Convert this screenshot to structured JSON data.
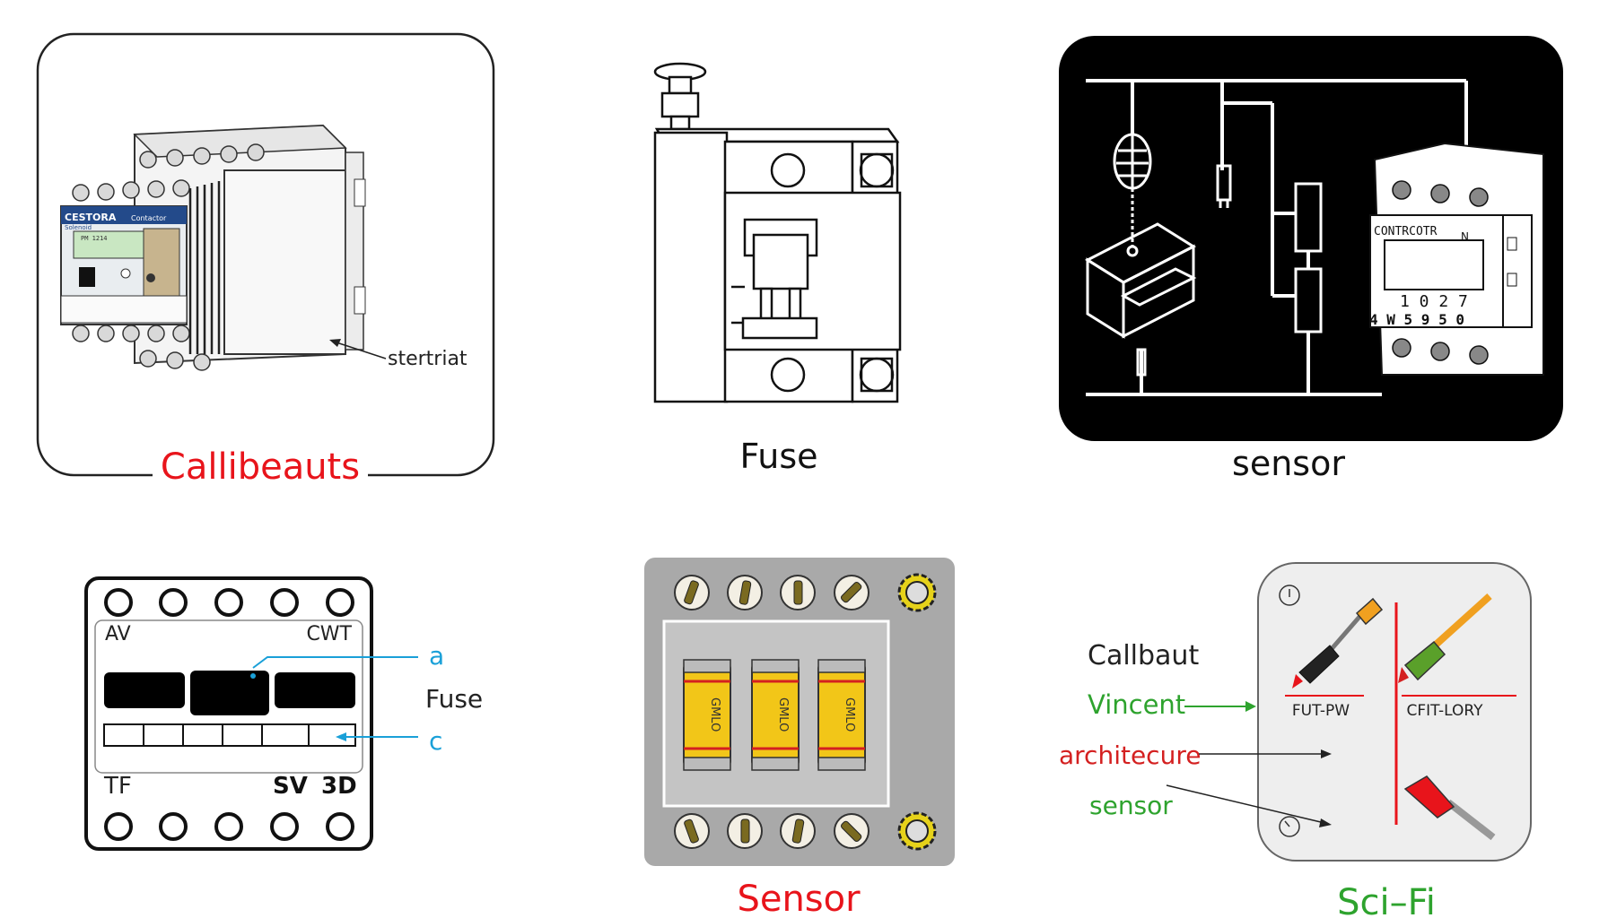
{
  "panels": {
    "contactor": {
      "caption": "Callibeauts",
      "brand": "CESTORA",
      "sub_a": "Solenoid",
      "sub_b": "Contactor",
      "model": "PM 1214",
      "callout": "stertriat",
      "caption_color": "#e8141b"
    },
    "fuse": {
      "caption": "Fuse"
    },
    "sensor_dark": {
      "caption": "sensor",
      "meter_label": "CONTRCOTR",
      "meter_n": "N",
      "meter_row1": "1 0 2 7",
      "meter_row2": "4 W 5 9 5 0"
    },
    "relay": {
      "label_tl": "AV",
      "label_tr": "CWT",
      "label_bl": "TF",
      "label_b1": "SV",
      "label_b2": "3D",
      "callout_a": "a",
      "callout_fuse": "Fuse",
      "callout_c": "c",
      "callout_color": "#1aa0d8"
    },
    "fuse_block": {
      "caption": "Sensor",
      "fuse_text": "GMLO",
      "caption_color": "#e8141b"
    },
    "scifi": {
      "caption": "Sci–Fi",
      "label_callbaut": "Callbaut",
      "label_vincent": "Vincent",
      "label_architecure": "architecure",
      "label_sensor": "sensor",
      "probe_left": "FUT-PW",
      "probe_right": "CFIT-LORY",
      "green": "#2ea32e",
      "red": "#e8141b"
    }
  }
}
